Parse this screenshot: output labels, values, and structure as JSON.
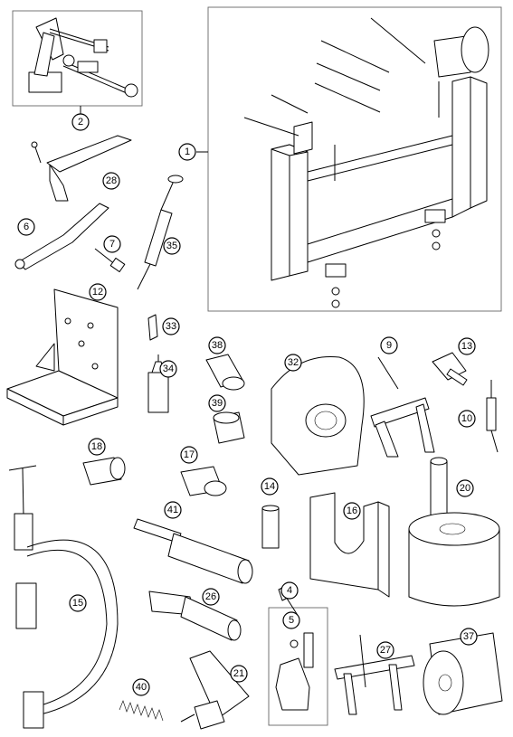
{
  "callouts": [
    "1",
    "2",
    "4",
    "5",
    "6",
    "7",
    "9",
    "10",
    "12",
    "13",
    "14",
    "15",
    "16",
    "17",
    "18",
    "20",
    "21",
    "26",
    "27",
    "28",
    "32",
    "33",
    "34",
    "35",
    "37",
    "38",
    "39",
    "40",
    "41"
  ]
}
